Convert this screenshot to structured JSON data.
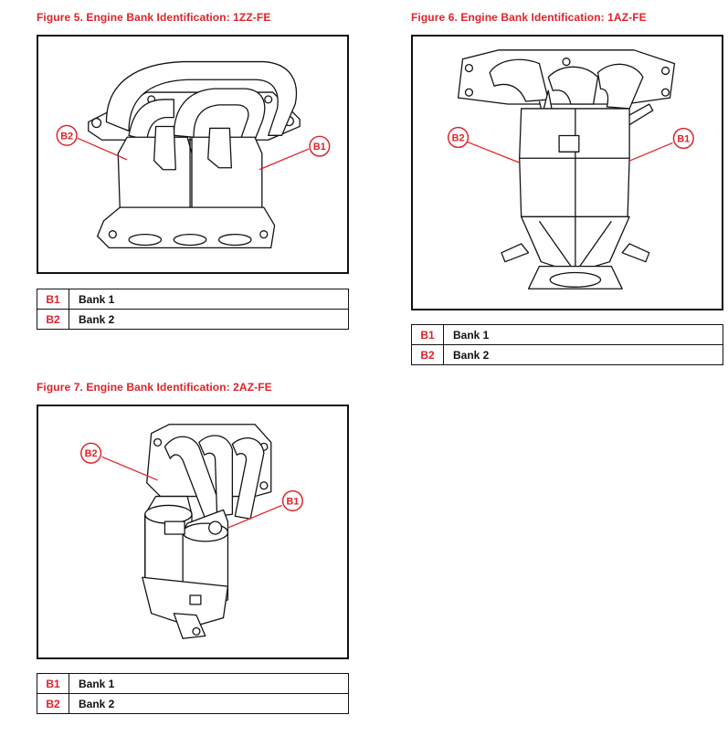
{
  "figures": [
    {
      "title": "Figure 5. Engine Bank Identification: 1ZZ-FE",
      "legend": [
        {
          "code": "B1",
          "label": "Bank 1"
        },
        {
          "code": "B2",
          "label": "Bank 2"
        }
      ]
    },
    {
      "title": "Figure 6. Engine Bank Identification: 1AZ-FE",
      "legend": [
        {
          "code": "B1",
          "label": "Bank 1"
        },
        {
          "code": "B2",
          "label": "Bank 2"
        }
      ]
    },
    {
      "title": "Figure 7. Engine Bank Identification: 2AZ-FE",
      "legend": [
        {
          "code": "B1",
          "label": "Bank 1"
        },
        {
          "code": "B2",
          "label": "Bank 2"
        }
      ]
    }
  ],
  "callouts": {
    "b1": "B1",
    "b2": "B2"
  },
  "colors": {
    "accent": "#e0222a",
    "line": "#111111"
  }
}
